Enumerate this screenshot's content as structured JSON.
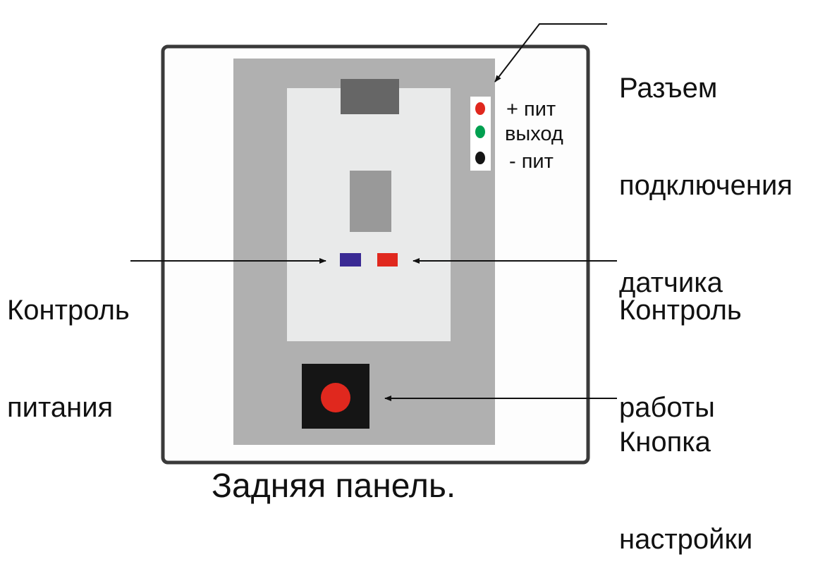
{
  "labels": {
    "connector": [
      "Разъем",
      "подключения",
      "датчика"
    ],
    "power_control": [
      "Контроль",
      "питания"
    ],
    "work_control": [
      "Контроль",
      "работы"
    ],
    "setup_button": [
      "Кнопка",
      "настройки"
    ]
  },
  "pins": [
    "+ пит",
    "выход",
    "- пит"
  ],
  "caption": "Задняя панель.",
  "colors": {
    "pin_plus": "#e0281e",
    "pin_out": "#00a050",
    "pin_minus": "#151515",
    "power_led": "#3a2a94",
    "work_led": "#e0281e",
    "button": "#e0281e"
  }
}
